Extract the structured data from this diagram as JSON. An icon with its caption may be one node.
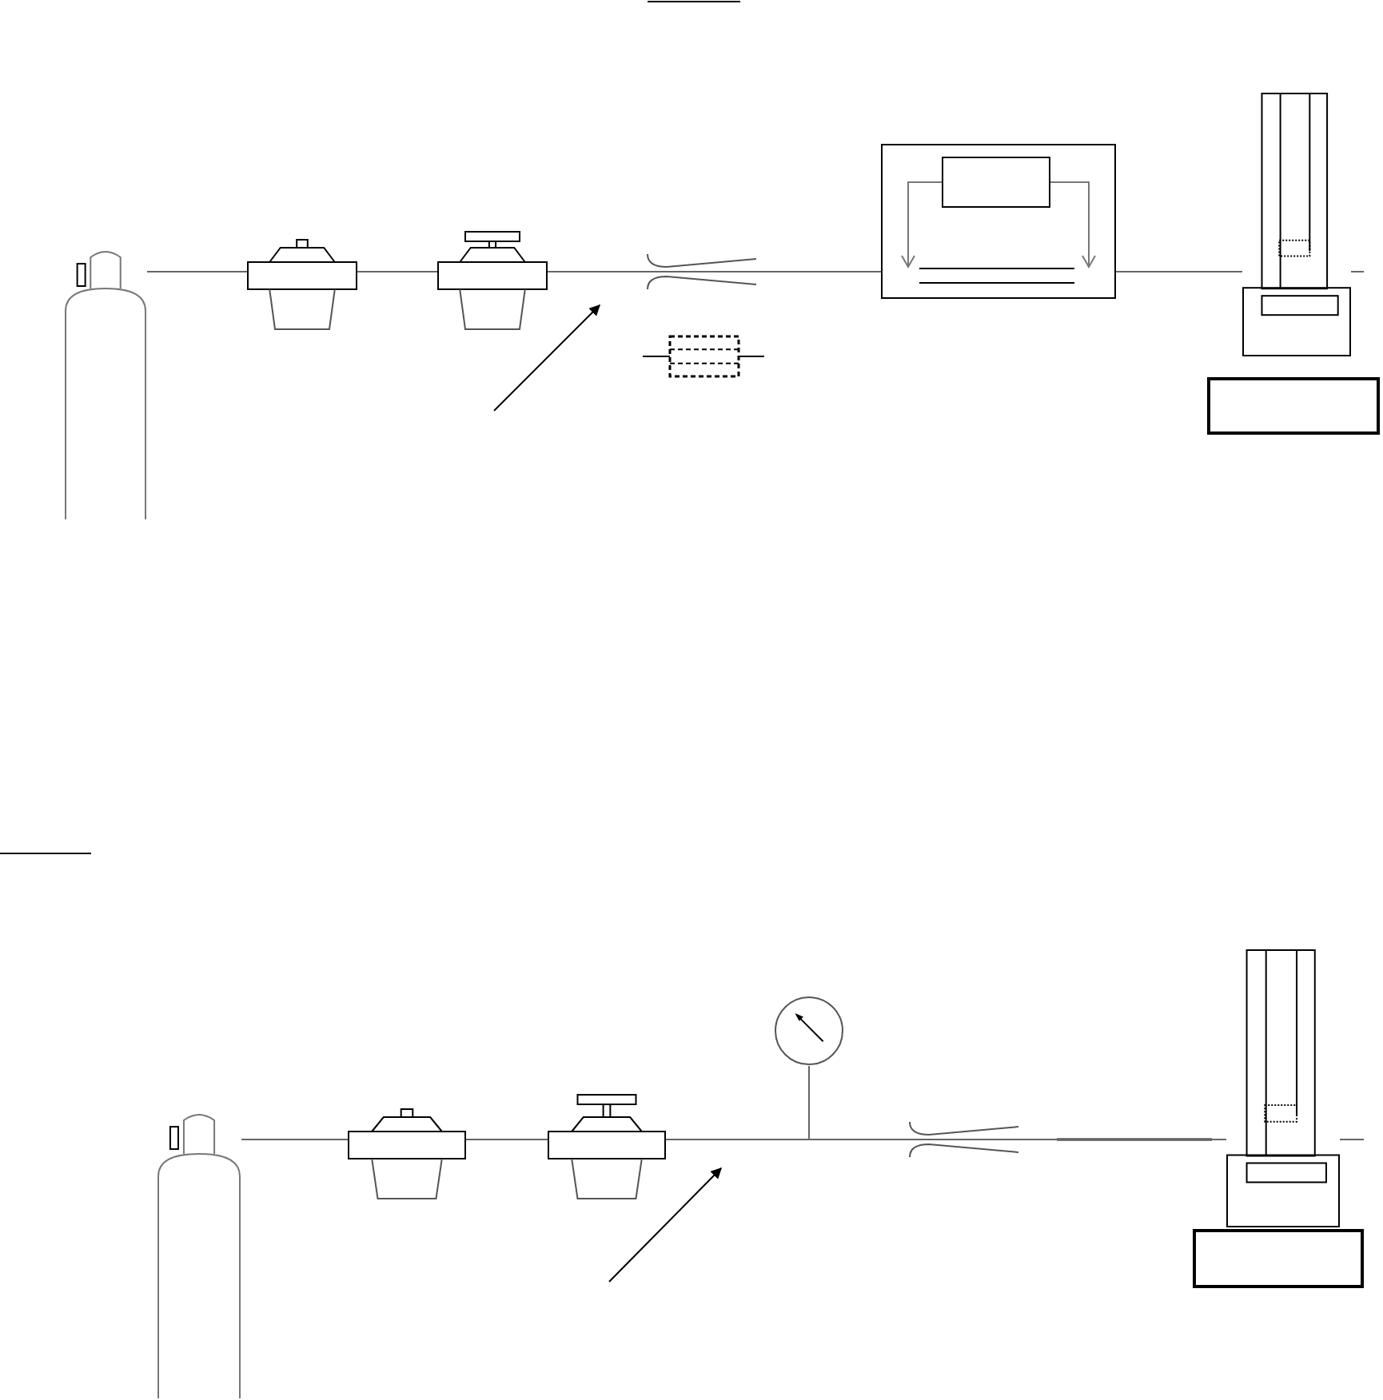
{
  "diagram": {
    "nodes": [
      {
        "text": [],
        "shape": "cylinder"
      },
      {
        "text": [],
        "shape": "box"
      },
      {
        "text": [],
        "shape": "box"
      },
      {
        "text": [],
        "shape": "box"
      },
      {
        "text": [],
        "shape": "box",
        "in": 3
      },
      {
        "text": [],
        "shape": "box"
      },
      {
        "text": [],
        "shape": "box"
      },
      {
        "text": [],
        "shape": "box"
      },
      {
        "text": [],
        "shape": "cylinder"
      },
      {
        "text": [],
        "shape": "box"
      },
      {
        "text": [],
        "shape": "box"
      },
      {
        "text": [],
        "shape": "circle"
      },
      {
        "text": [],
        "shape": "box"
      },
      {
        "text": [],
        "shape": "box"
      }
    ],
    "edges": [
      {
        "from": 0,
        "to": 1,
        "arrow": "none"
      },
      {
        "from": 1,
        "to": 2,
        "arrow": "none"
      },
      {
        "from": 2,
        "to": 3,
        "arrow": "none"
      },
      {
        "from": 3,
        "to": 5,
        "arrow": "none"
      },
      {
        "from": 5,
        "to": null,
        "arrow": "none"
      },
      {
        "from": 8,
        "to": 9,
        "arrow": "none"
      },
      {
        "from": 9,
        "to": 10,
        "arrow": "none"
      },
      {
        "from": 10,
        "to": 12,
        "arrow": "none"
      },
      {
        "from": 11,
        "to": 12,
        "arrow": "none"
      },
      {
        "from": 12,
        "to": null,
        "arrow": "none"
      }
    ]
  }
}
